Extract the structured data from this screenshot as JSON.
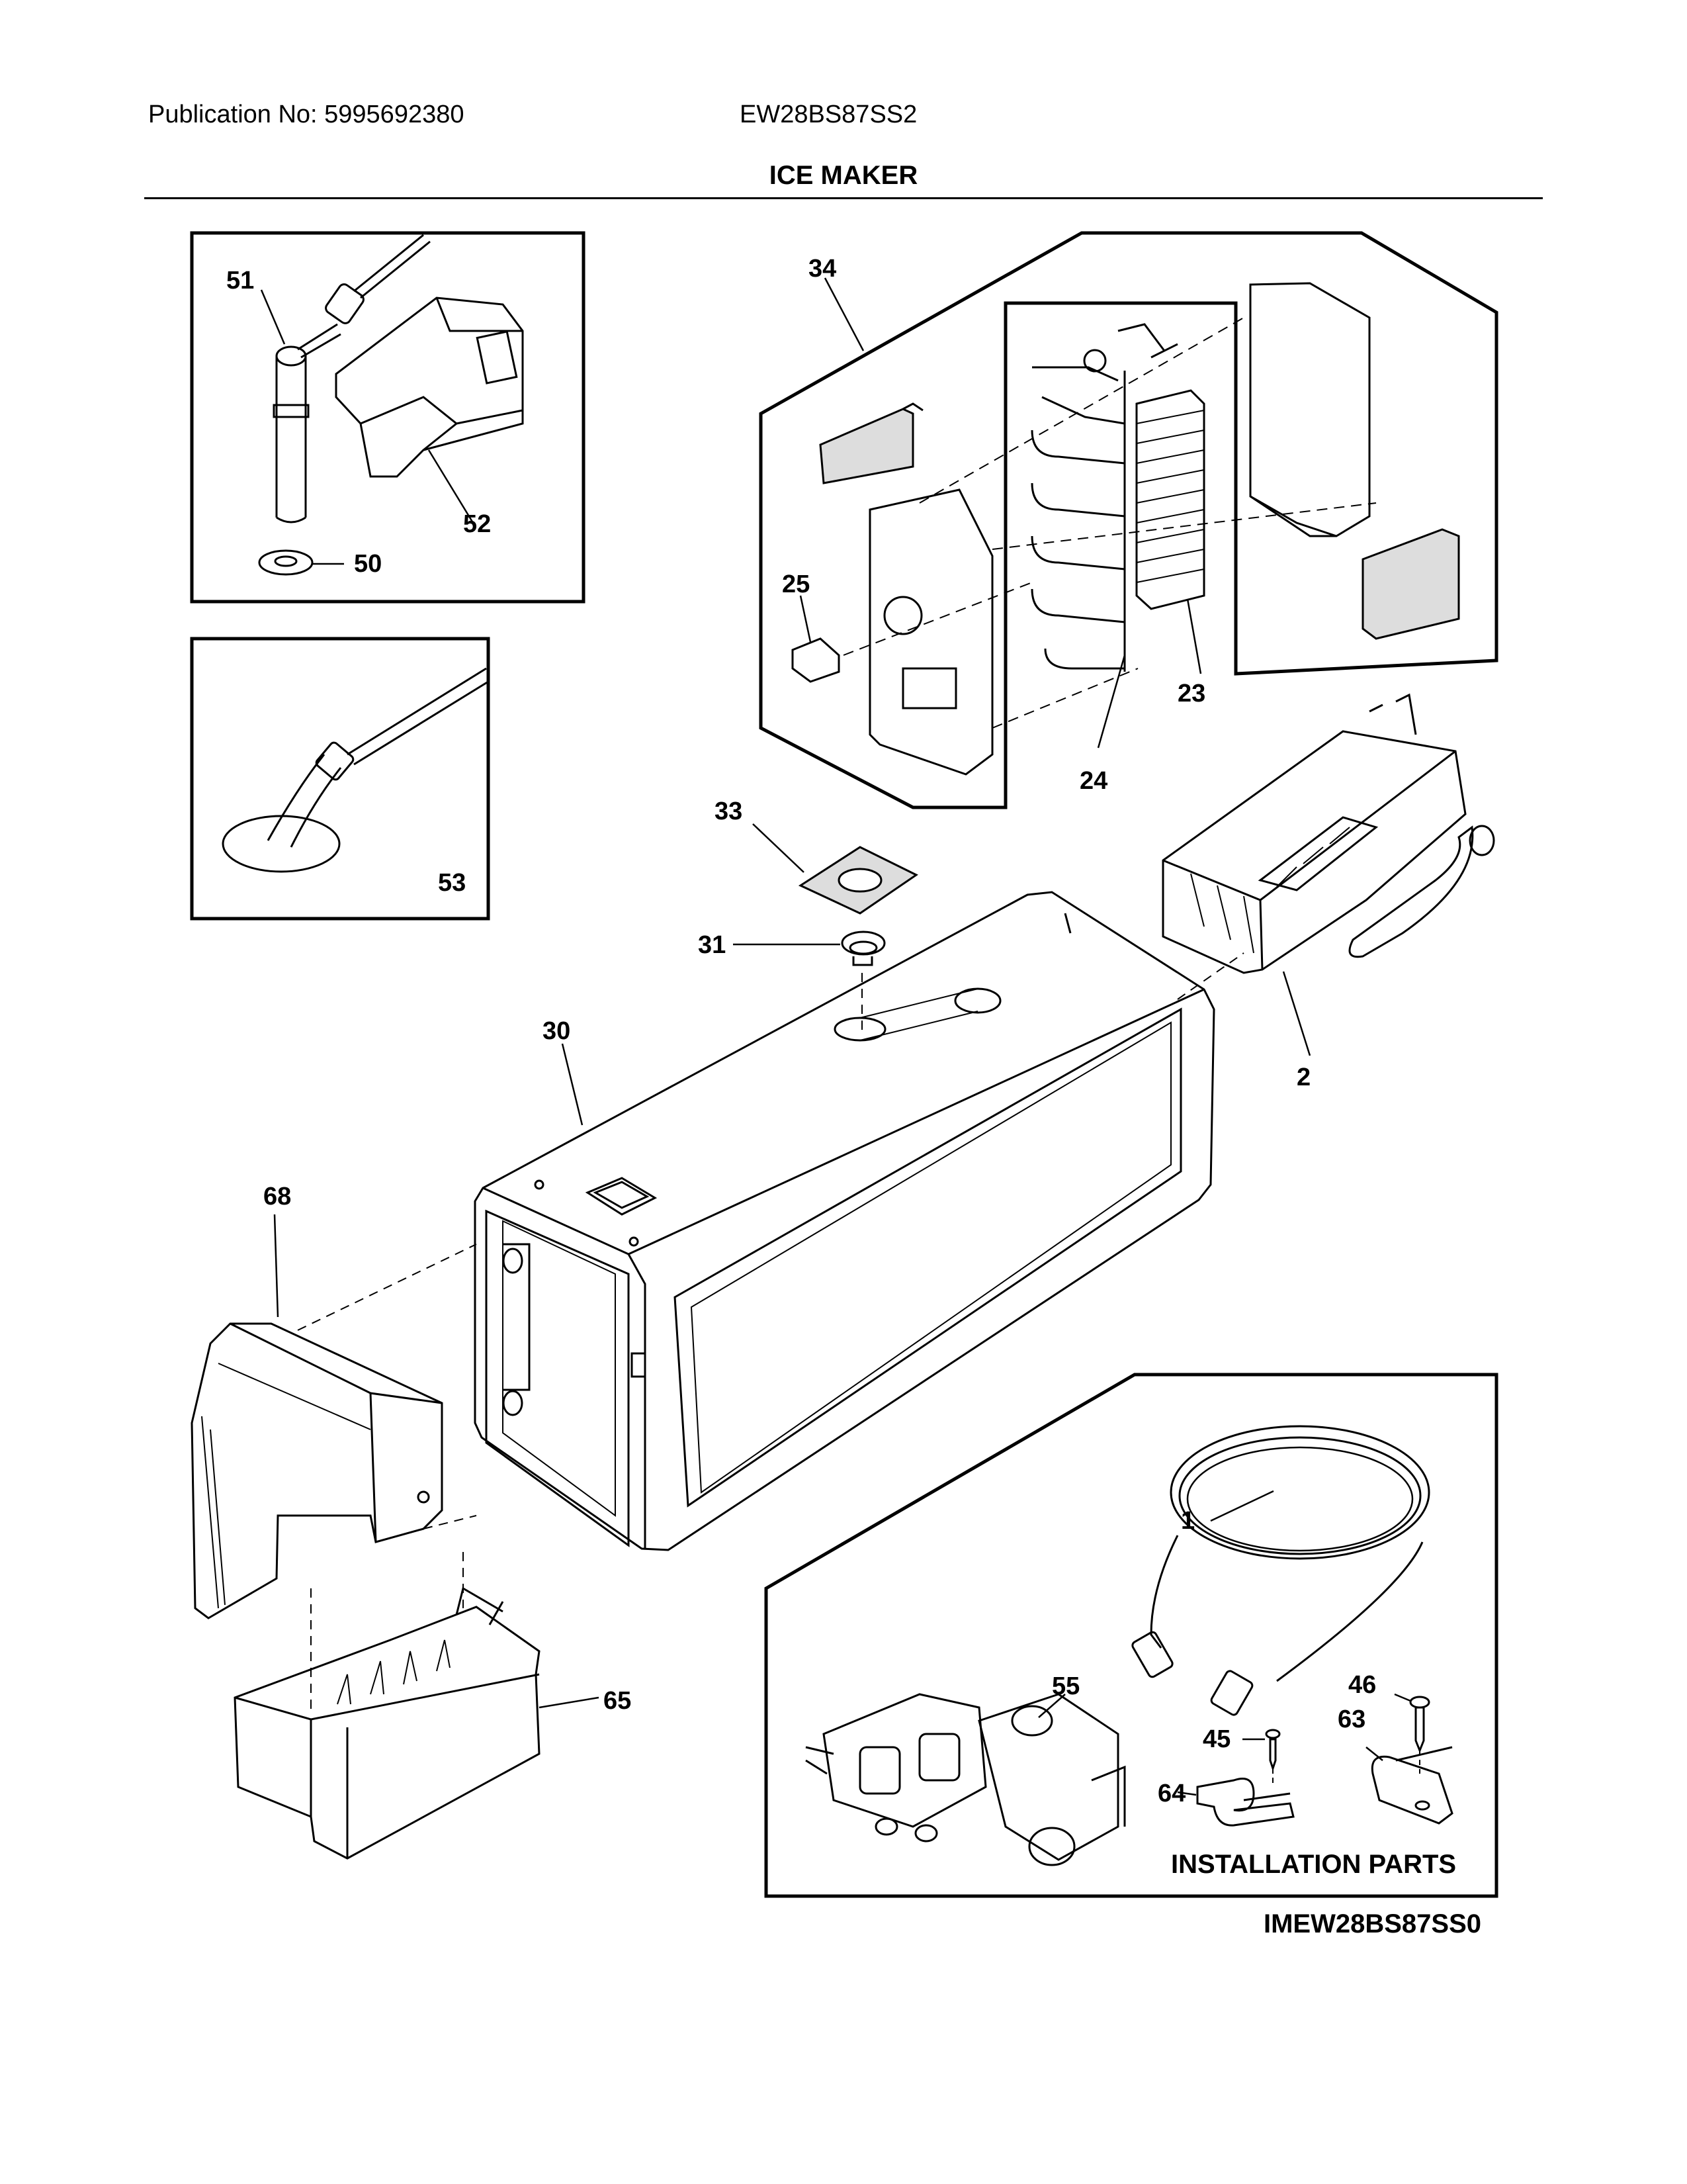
{
  "header": {
    "publication": "Publication No: 5995692380",
    "model": "EW28BS87SS2",
    "title": "ICE MAKER"
  },
  "callouts": {
    "c1": "1",
    "c2": "2",
    "c23": "23",
    "c24": "24",
    "c25": "25",
    "c30": "30",
    "c31": "31",
    "c33": "33",
    "c34": "34",
    "c45": "45",
    "c46": "46",
    "c50": "50",
    "c51": "51",
    "c52": "52",
    "c53": "53",
    "c55": "55",
    "c63": "63",
    "c64": "64",
    "c65": "65",
    "c68": "68"
  },
  "installation_label": "INSTALLATION PARTS",
  "diagram_code": "IMEW28BS87SS0"
}
